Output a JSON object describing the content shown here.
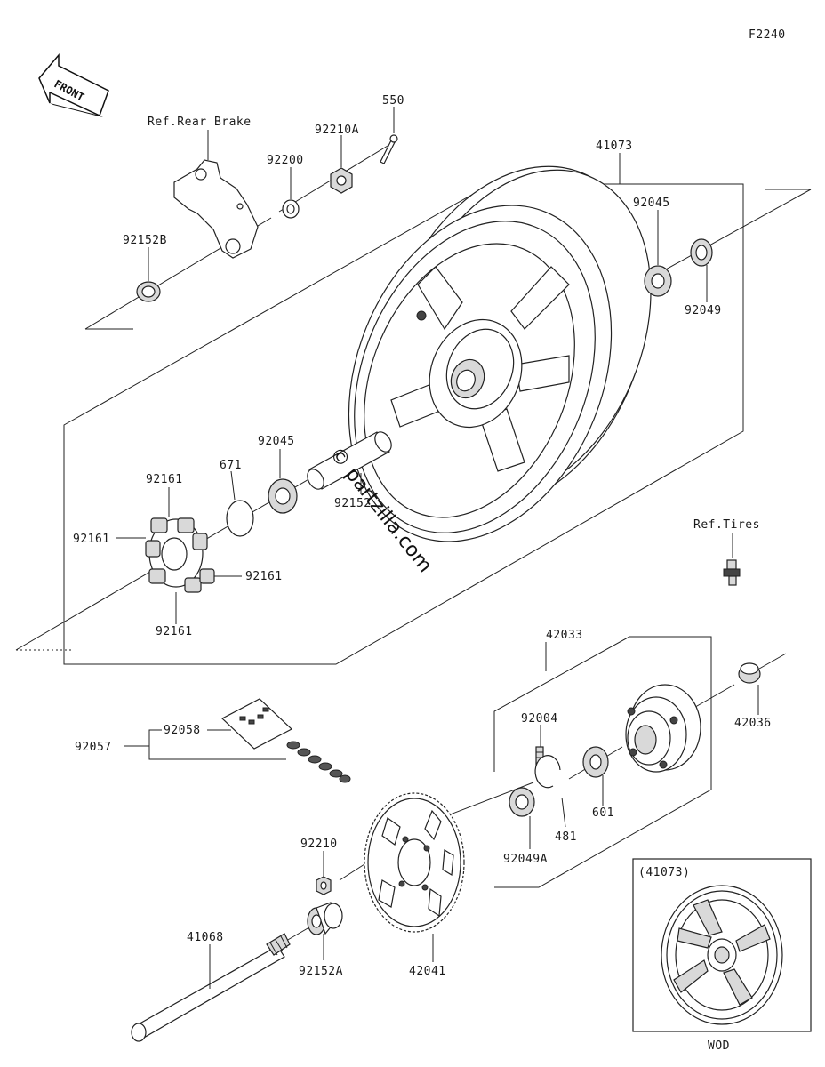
{
  "figure_code": "F2240",
  "front_label": "FRONT",
  "watermark": "© partzilla.com",
  "inset": {
    "label": "(41073)",
    "caption": "WOD"
  },
  "parts": [
    {
      "id": "p-550",
      "label": "550"
    },
    {
      "id": "p-41073",
      "label": "41073"
    },
    {
      "id": "p-ref-rear-brake",
      "label": "Ref.Rear Brake"
    },
    {
      "id": "p-92210a",
      "label": "92210A"
    },
    {
      "id": "p-92200",
      "label": "92200"
    },
    {
      "id": "p-92152b",
      "label": "92152B"
    },
    {
      "id": "p-92045-top",
      "label": "92045"
    },
    {
      "id": "p-92049",
      "label": "92049"
    },
    {
      "id": "p-92045-mid",
      "label": "92045"
    },
    {
      "id": "p-671",
      "label": "671"
    },
    {
      "id": "p-92161-a",
      "label": "92161"
    },
    {
      "id": "p-92161-b",
      "label": "92161"
    },
    {
      "id": "p-92161-c",
      "label": "92161"
    },
    {
      "id": "p-92161-d",
      "label": "92161"
    },
    {
      "id": "p-92152",
      "label": "92152"
    },
    {
      "id": "p-ref-tires",
      "label": "Ref.Tires"
    },
    {
      "id": "p-42033",
      "label": "42033"
    },
    {
      "id": "p-42036",
      "label": "42036"
    },
    {
      "id": "p-92004",
      "label": "92004"
    },
    {
      "id": "p-92057",
      "label": "92057"
    },
    {
      "id": "p-92058",
      "label": "92058"
    },
    {
      "id": "p-601",
      "label": "601"
    },
    {
      "id": "p-481",
      "label": "481"
    },
    {
      "id": "p-92049a",
      "label": "92049A"
    },
    {
      "id": "p-92210",
      "label": "92210"
    },
    {
      "id": "p-41068",
      "label": "41068"
    },
    {
      "id": "p-92152a",
      "label": "92152A"
    },
    {
      "id": "p-42041",
      "label": "42041"
    }
  ]
}
